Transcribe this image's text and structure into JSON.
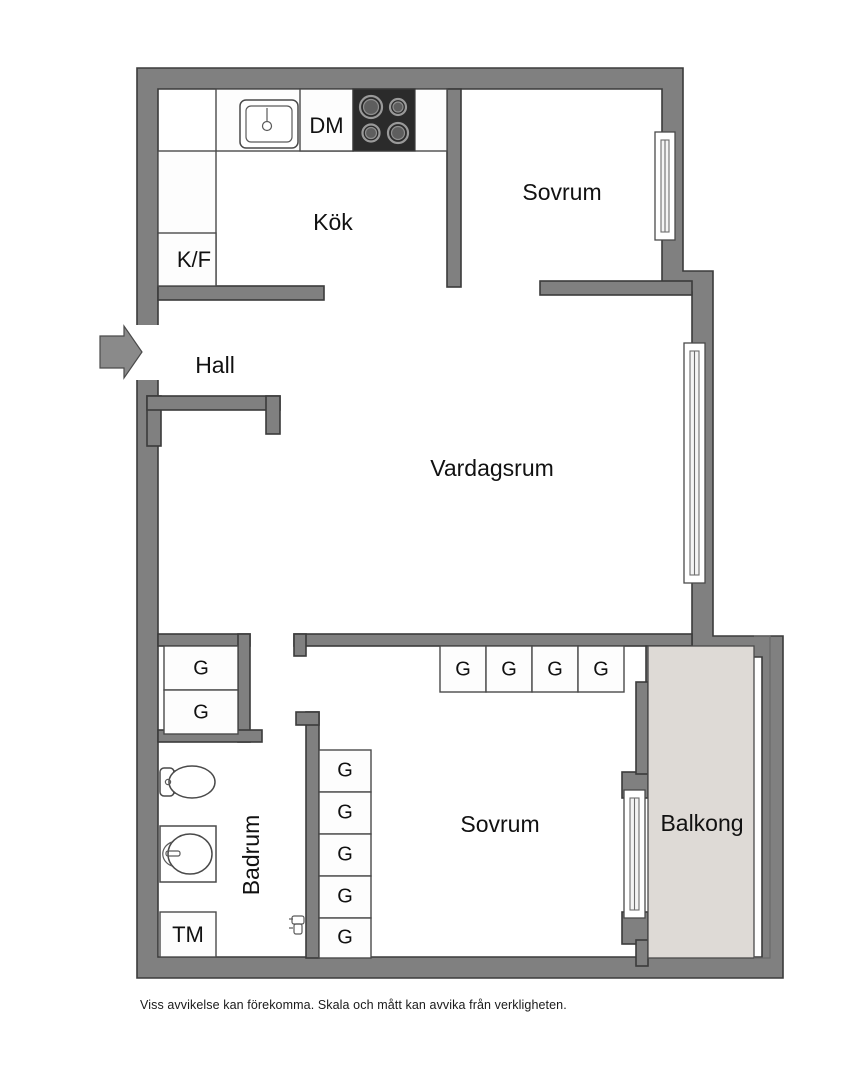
{
  "document": {
    "type": "floor-plan",
    "disclaimer": "Viss avvikelse kan förekomma. Skala och mått kan avvika från verkligheten."
  },
  "colors": {
    "wall_fill": "#808080",
    "wall_outline": "#3b3b3b",
    "room_fill": "#ffffff",
    "balcony_fill": "#dedad6",
    "cabinet_fill": "#fdfdfd",
    "cabinet_outline": "#4a4a4a",
    "stove_fill": "#2b2b2b",
    "text": "#111111",
    "page_background": "#ffffff"
  },
  "rooms": [
    {
      "id": "kok",
      "label": "Kök",
      "orientation": "horizontal"
    },
    {
      "id": "sovrum_top",
      "label": "Sovrum",
      "orientation": "horizontal"
    },
    {
      "id": "hall",
      "label": "Hall",
      "orientation": "horizontal"
    },
    {
      "id": "vardagsrum",
      "label": "Vardagsrum",
      "orientation": "horizontal"
    },
    {
      "id": "badrum",
      "label": "Badrum",
      "orientation": "vertical"
    },
    {
      "id": "sovrum_bot",
      "label": "Sovrum",
      "orientation": "horizontal"
    },
    {
      "id": "balkong",
      "label": "Balkong",
      "orientation": "horizontal"
    }
  ],
  "appliances": [
    {
      "id": "dm",
      "label": "DM",
      "name": "dishwasher"
    },
    {
      "id": "kf",
      "label": "K/F",
      "name": "fridge-freezer"
    },
    {
      "id": "tm",
      "label": "TM",
      "name": "washing-machine"
    }
  ],
  "fixtures": [
    {
      "id": "sink",
      "name": "kitchen-sink"
    },
    {
      "id": "stove",
      "name": "stove-cooktop",
      "burners": 4
    },
    {
      "id": "toilet",
      "name": "toilet"
    },
    {
      "id": "washbasin",
      "name": "washbasin"
    },
    {
      "id": "radiator",
      "name": "radiator-valve"
    }
  ],
  "wardrobes": {
    "label": "G",
    "name": "wardrobe-closet",
    "groups": [
      {
        "id": "hall-closets",
        "count": 2,
        "orientation": "vertical"
      },
      {
        "id": "livingroom-row",
        "count": 4,
        "orientation": "horizontal"
      },
      {
        "id": "bedroom-column",
        "count": 5,
        "orientation": "vertical"
      }
    ]
  },
  "openings": [
    {
      "id": "entrance",
      "name": "entrance-arrow",
      "type": "door-entry"
    },
    {
      "id": "window-sovrum",
      "name": "window",
      "type": "window"
    },
    {
      "id": "window-varddag",
      "name": "window",
      "type": "window"
    },
    {
      "id": "window-balcony",
      "name": "balcony-door",
      "type": "window"
    }
  ]
}
